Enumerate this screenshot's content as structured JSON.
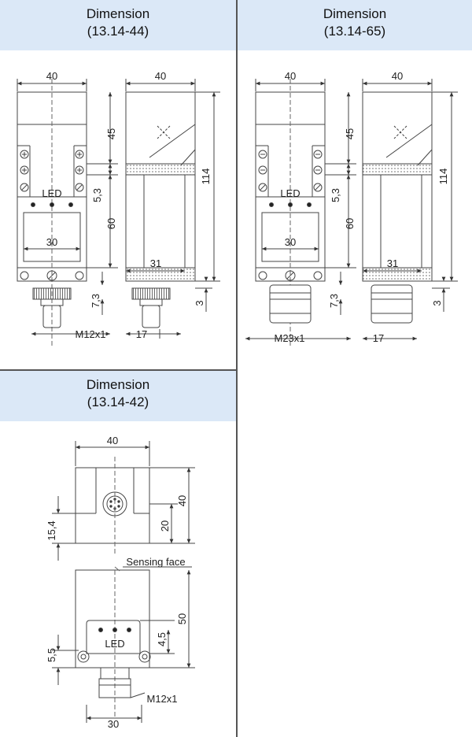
{
  "panels": [
    {
      "title": "Dimension",
      "code": "(13.14-44)"
    },
    {
      "title": "Dimension",
      "code": "(13.14-65)"
    },
    {
      "title": "Dimension",
      "code": "(13.14-42)"
    }
  ],
  "p1": {
    "w_front": "40",
    "w_side": "40",
    "h_top": "45",
    "h_mid": "5,3",
    "h_low": "60",
    "h_total": "114",
    "inner_w": "30",
    "side_w": "31",
    "h_bottom": "7,3",
    "gap": "3",
    "thread": "M12x1",
    "depth": "17",
    "led": "LED"
  },
  "p2": {
    "w_front": "40",
    "w_side": "40",
    "h_top": "45",
    "h_mid": "5,3",
    "h_low": "60",
    "h_total": "114",
    "inner_w": "30",
    "side_w": "31",
    "h_bottom": "7,3",
    "gap": "3",
    "thread": "M23x1",
    "depth": "17",
    "led": "LED"
  },
  "p3": {
    "w_top": "40",
    "h_side": "40",
    "h_mid": "20",
    "h_left": "15,4",
    "sensing": "Sensing face",
    "h_front": "50",
    "h_small": "4,5",
    "h_left2": "5,5",
    "led": "LED",
    "thread": "M12x1",
    "w_bottom": "30"
  }
}
